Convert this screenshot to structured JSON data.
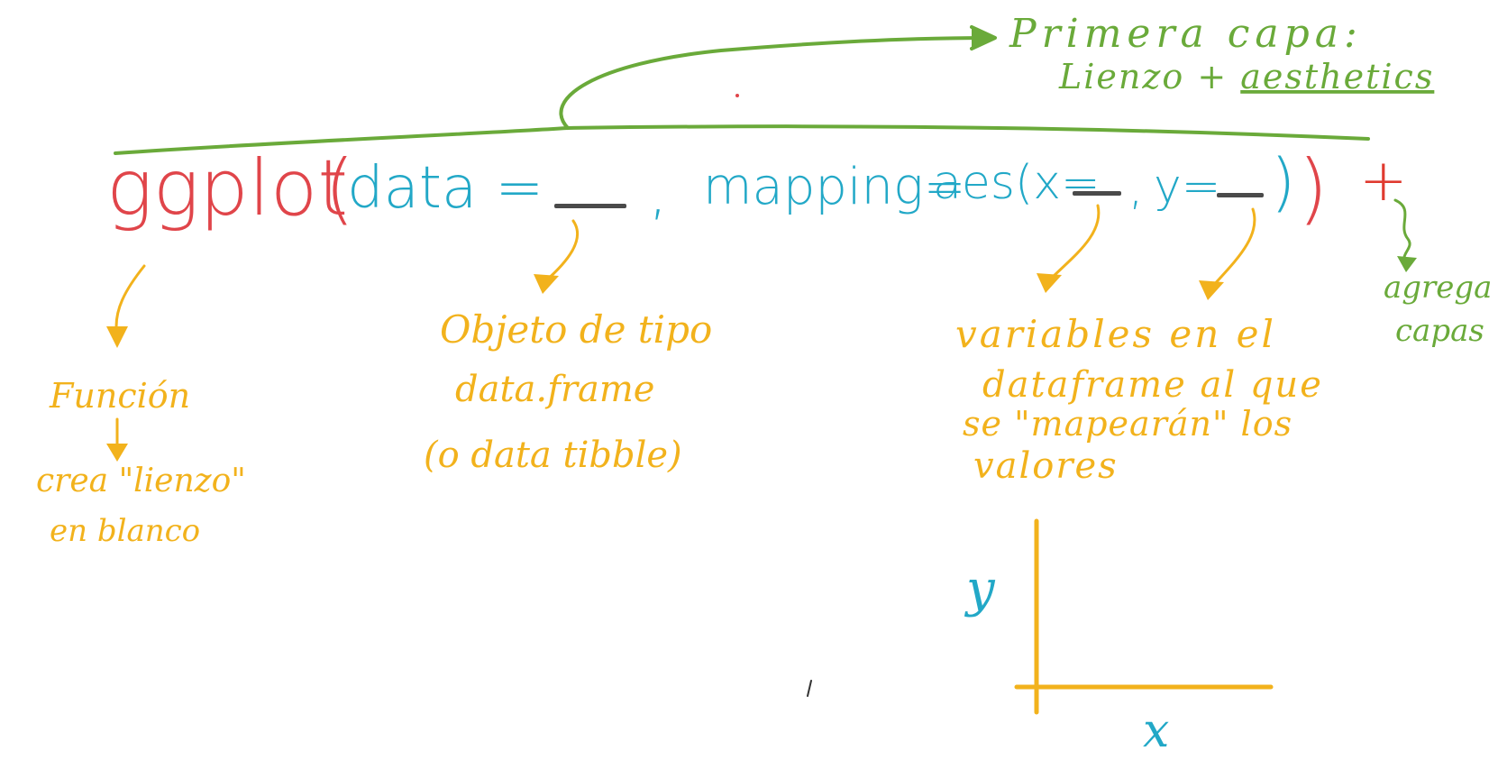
{
  "colors": {
    "red": "#e0454a",
    "teal": "#22a8c7",
    "orange": "#f2b21c",
    "green": "#6aaa3a",
    "dark": "#4a4a4a"
  },
  "header": {
    "line1": "Primera capa:",
    "line2_a": "Lienzo + ",
    "line2_b": "aesthetics"
  },
  "code": {
    "fn": "ggplot",
    "open": "(",
    "arg_data": "data = ",
    "comma1": ",",
    "arg_mapping": "mapping= ",
    "aes_open": "aes(x=",
    "comma2": ",",
    "y_eq": "y=",
    "close": "))",
    "plus": "+"
  },
  "notes": {
    "funcion": "Función",
    "crea_line1": "crea \"lienzo\"",
    "crea_line2": "en blanco",
    "objeto_line1": "Objeto de tipo",
    "objeto_line2": "data.frame",
    "objeto_line3": "(o data tibble)",
    "variables_line1": "variables en el",
    "variables_line2": "dataframe al que",
    "variables_line3": "se \"mapearán\" los",
    "variables_line4": "valores",
    "agrega_line1": "agrega",
    "agrega_line2": "capas"
  },
  "axes": {
    "y_label": "y",
    "x_label": "x"
  }
}
